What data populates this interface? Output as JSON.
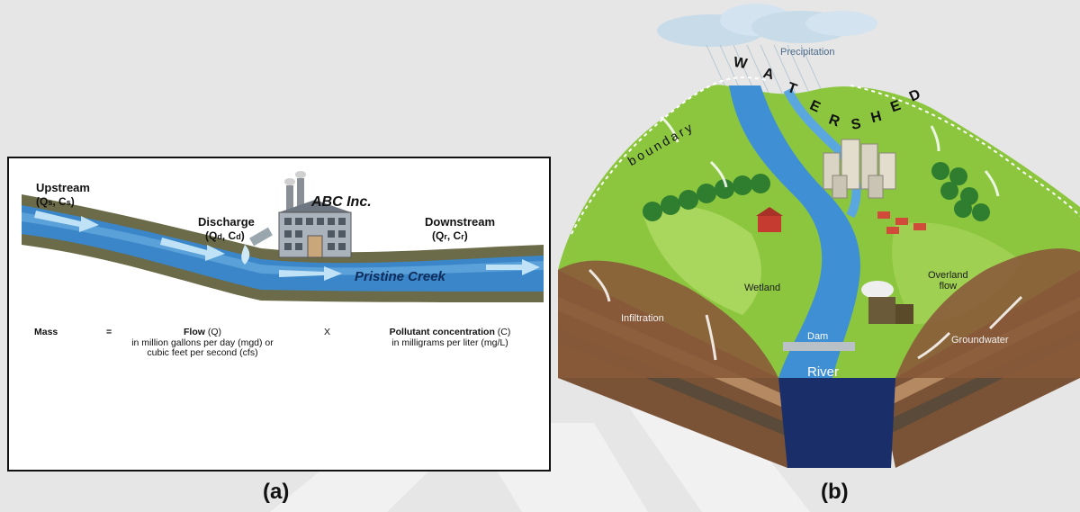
{
  "panel_a": {
    "upstream": "Upstream",
    "upstream_sub": "(Q",
    "upstream_sub_s": "s",
    "upstream_sub_mid": ", C",
    "upstream_sub_s2": "s",
    "upstream_sub_end": ")",
    "discharge": "Discharge",
    "discharge_sub": "(Q",
    "discharge_sub_d": "d",
    "discharge_sub_mid": ", C",
    "discharge_sub_d2": "d",
    "discharge_sub_end": ")",
    "company": "ABC Inc.",
    "downstream": "Downstream",
    "downstream_sub": "(Q",
    "downstream_sub_r": "r",
    "downstream_sub_mid": ", C",
    "downstream_sub_r2": "r",
    "downstream_sub_end": ")",
    "creek": "Pristine Creek",
    "mass": "Mass",
    "equals": "=",
    "flow": "Flow",
    "flow_sym": " (Q)",
    "flow_line1": "in million gallons per day (mgd) or",
    "flow_line2": "cubic feet per second (cfs)",
    "times": "X",
    "pollutant": "Pollutant concentration",
    "pollutant_sym": " (C)",
    "pollutant_line1": "in milligrams per liter (mg/L)"
  },
  "panel_b": {
    "precipitation": "Precipitation",
    "watershed_letters": [
      "W",
      "A",
      "T",
      "E",
      "R",
      "S",
      "H",
      "E",
      "D"
    ],
    "boundary": "boundary",
    "wetland": "Wetland",
    "infiltration": "Infiltration",
    "overland": "Overland",
    "flow": "flow",
    "dam": "Dam",
    "river": "River",
    "groundwater": "Groundwater"
  },
  "captions": {
    "a": "(a)",
    "b": "(b)"
  },
  "colors": {
    "river_blue": "#3a8fd6",
    "grass_green": "#8cc63f",
    "soil_brown": "#8a5a3a",
    "cloud": "#c9dbe8"
  }
}
